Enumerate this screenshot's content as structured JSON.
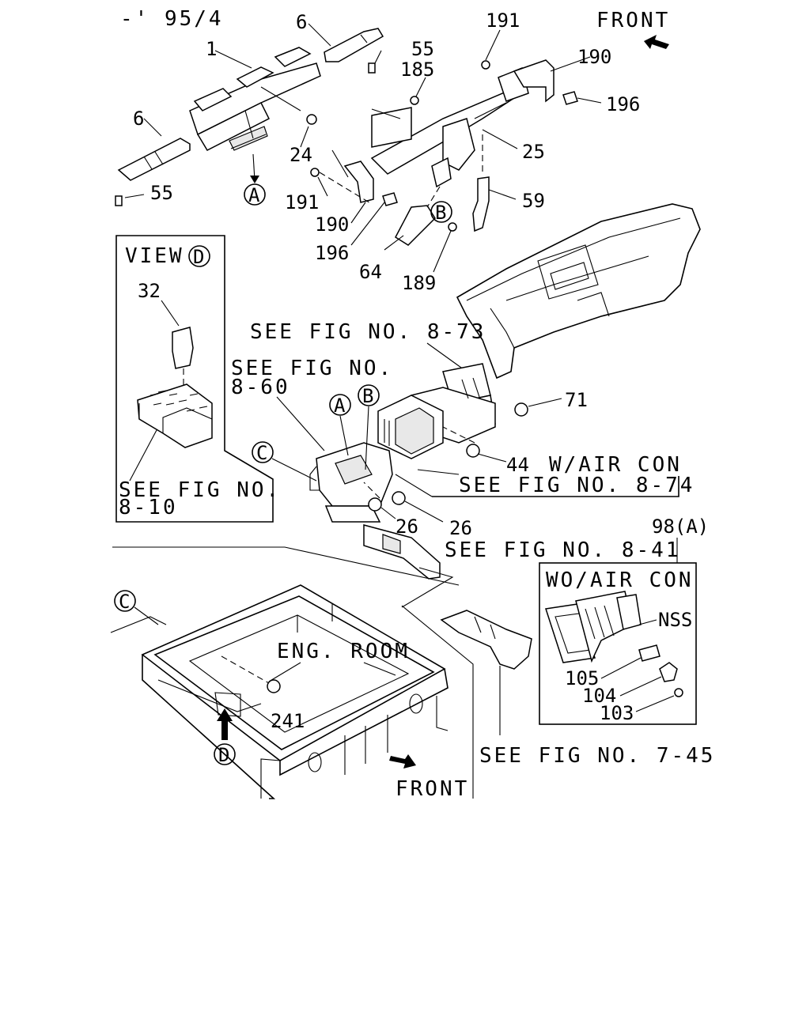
{
  "header": {
    "applicability": "-' 95/4",
    "front_top": "FRONT"
  },
  "callouts": {
    "c1": "1",
    "c6a": "6",
    "c6b": "6",
    "c55a": "55",
    "c55b": "55",
    "c185": "185",
    "c191a": "191",
    "c191b": "191",
    "c190a": "190",
    "c190b": "190",
    "c196a": "196",
    "c196b": "196",
    "c24": "24",
    "c25": "25",
    "c59": "59",
    "c64": "64",
    "c189": "189",
    "c32": "32",
    "c71": "71",
    "c44": "44",
    "c26a": "26",
    "c26b": "26",
    "c241": "241",
    "c105": "105",
    "c104": "104",
    "c103": "103",
    "c98": "98(A)",
    "nss": "NSS"
  },
  "markers": {
    "A": "A",
    "B": "B",
    "C": "C",
    "D": "D"
  },
  "view_d": {
    "title": "VIEW",
    "ref_line1": "SEE FIG NO.",
    "ref_line2": "8-10"
  },
  "refs": {
    "fig_8_73": "SEE FIG NO. 8-73",
    "fig_8_60_line1": "SEE FIG NO.",
    "fig_8_60_line2": "8-60",
    "w_air_con": "W/AIR CON",
    "fig_8_74": "SEE FIG NO. 8-74",
    "fig_8_41": "SEE FIG NO. 8-41",
    "fig_7_45": "SEE FIG NO. 7-45"
  },
  "wo_air_con": {
    "title": "WO/AIR CON"
  },
  "engine": {
    "room_label": "ENG. ROOM",
    "front_bottom": "FRONT"
  }
}
